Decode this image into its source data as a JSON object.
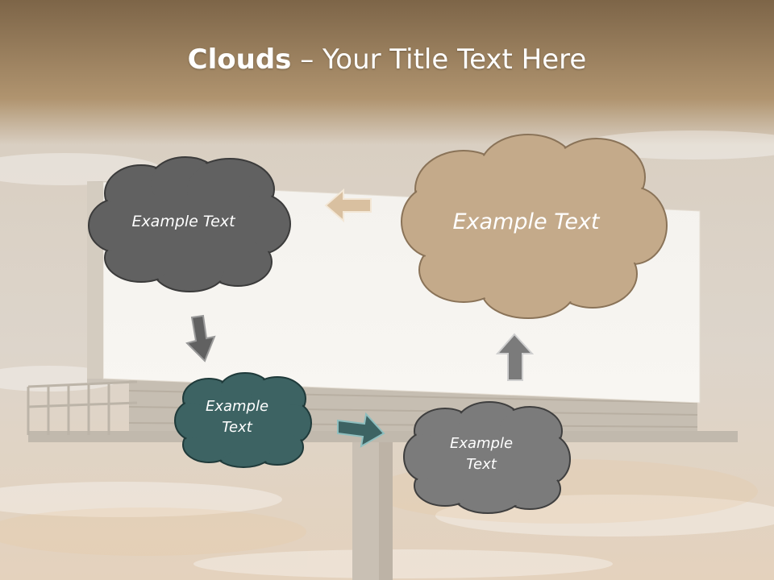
{
  "slide": {
    "title_bold": "Clouds",
    "title_separator": " – ",
    "title_rest": "Your Title Text Here"
  },
  "clouds": [
    {
      "id": "top-left",
      "text": "Example Text",
      "color": "#616161"
    },
    {
      "id": "top-right",
      "text": "Example Text",
      "color": "#c4aa8a"
    },
    {
      "id": "bottom-left",
      "text_line1": "Example",
      "text_line2": "Text",
      "color": "#3d6363"
    },
    {
      "id": "bottom-right",
      "text_line1": "Example",
      "text_line2": "Text",
      "color": "#7b7b7b"
    }
  ],
  "arrows": [
    {
      "id": "left-arrow",
      "color": "#d9c0a0"
    },
    {
      "id": "down-arrow",
      "color": "#616161"
    },
    {
      "id": "right-arrow",
      "color": "#3d6363"
    },
    {
      "id": "up-arrow",
      "color": "#7b7b7b"
    }
  ],
  "colors": {
    "header": "#8a6f50",
    "sky": "#ded6c9",
    "billboard": "#f7f5f1"
  }
}
